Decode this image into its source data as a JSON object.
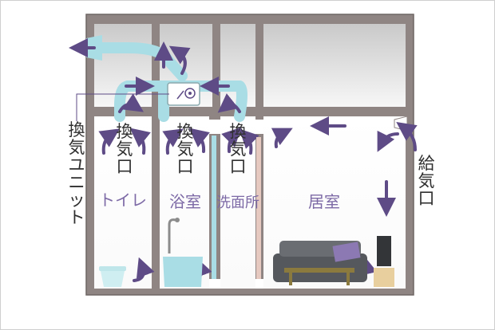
{
  "labels": {
    "unit_label": "換気ユニット",
    "exhaust": "換気口",
    "supply": "給気口",
    "rooms": {
      "toilet": "トイレ",
      "bath": "浴室",
      "washroom": "洗面所",
      "living": "居室"
    }
  },
  "colors": {
    "wall": "#8f8583",
    "wall_stroke": "#6f6664",
    "duct": "#a9dde5",
    "arrow": "#5e4b86",
    "room_text": "#7d6aa6",
    "glass_top": "#c9c9c9",
    "glass_bottom": "#f5f5f5"
  }
}
